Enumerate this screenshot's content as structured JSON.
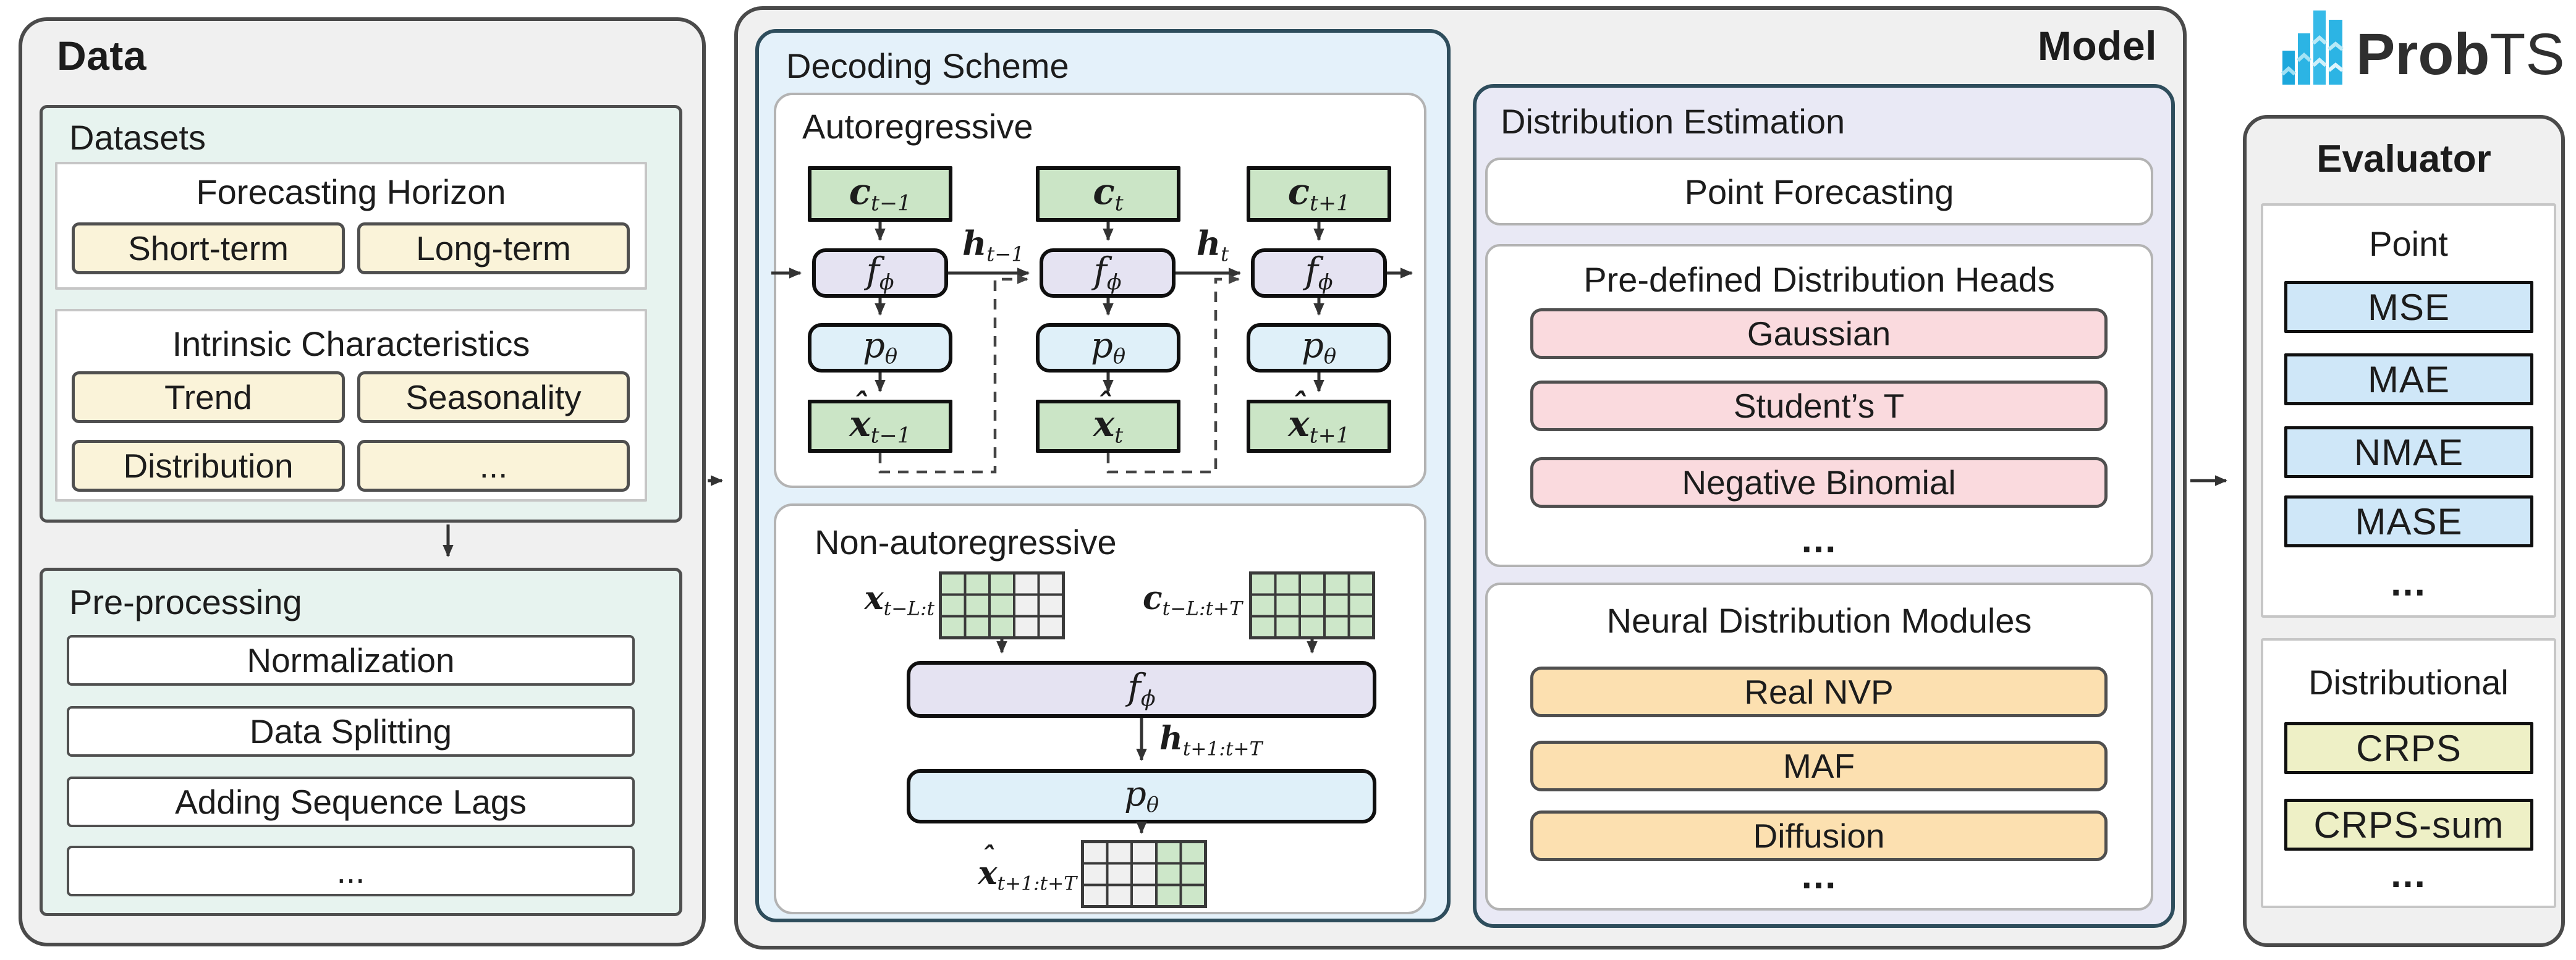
{
  "figure": {
    "data": {
      "title": "Data",
      "datasets": {
        "title": "Datasets",
        "fh": {
          "title": "Forecasting Horizon",
          "items": [
            "Short-term",
            "Long-term"
          ]
        },
        "ic": {
          "title": "Intrinsic Characteristics",
          "items": [
            "Trend",
            "Seasonality",
            "Distribution",
            "..."
          ]
        }
      },
      "pre": {
        "title": "Pre-processing",
        "items": [
          "Normalization",
          "Data Splitting",
          "Adding Sequence Lags",
          "..."
        ]
      }
    },
    "model": {
      "title": "Model",
      "decoding": {
        "title": "Decoding Scheme",
        "ar": {
          "title": "Autoregressive",
          "context": [
            {
              "m": "c",
              "s": "t−1"
            },
            {
              "m": "c",
              "s": "t"
            },
            {
              "m": "c",
              "s": "t+1"
            }
          ],
          "f": {
            "m": "f",
            "s": "ϕ"
          },
          "p": {
            "m": "p",
            "s": "θ"
          },
          "output": [
            {
              "m": "x",
              "s": "t−1"
            },
            {
              "m": "x",
              "s": "t"
            },
            {
              "m": "x",
              "s": "t+1"
            }
          ],
          "hidden": [
            {
              "m": "h",
              "s": "t−1"
            },
            {
              "m": "h",
              "s": "t"
            }
          ],
          "hat": "ˆ"
        },
        "nar": {
          "title": "Non-autoregressive",
          "input": {
            "m": "x",
            "s": "t−L:t"
          },
          "context": {
            "m": "c",
            "s": "t−L:t+T"
          },
          "f": {
            "m": "f",
            "s": "ϕ"
          },
          "hidden": {
            "m": "h",
            "s": "t+1:t+T"
          },
          "p": {
            "m": "p",
            "s": "θ"
          },
          "output": {
            "m": "x",
            "s": "t+1:t+T"
          },
          "hat": "ˆ"
        }
      },
      "dist": {
        "title": "Distribution Estimation",
        "point_forecasting": "Point Forecasting",
        "heads": {
          "title": "Pre-defined Distribution Heads",
          "items": [
            "Gaussian",
            "Student’s T",
            "Negative Binomial"
          ],
          "more": "..."
        },
        "modules": {
          "title": "Neural Distribution Modules",
          "items": [
            "Real NVP",
            "MAF",
            "Diffusion"
          ],
          "more": "..."
        }
      }
    },
    "evaluator": {
      "title": "Evaluator",
      "point": {
        "title": "Point",
        "items": [
          "MSE",
          "MAE",
          "NMAE",
          "MASE"
        ],
        "more": "..."
      },
      "distributional": {
        "title": "Distributional",
        "items": [
          "CRPS",
          "CRPS-sum"
        ],
        "more": "..."
      }
    },
    "logo": {
      "prob": "Prob",
      "ts": "TS"
    },
    "colors": {
      "panel_gray": "#f0f0f0",
      "mint": "#e7f3ef",
      "cream": "#faf3d9",
      "decoding_blue": "#e4f1fa",
      "dist_lavender": "#e9e9f5",
      "green_box": "#cbe5c6",
      "lavender_box": "#e5e3f2",
      "light_blue_box": "#dff0f9",
      "pink_box": "#fadade",
      "orange_box": "#fce0b0",
      "metric_blue": "#cfe7f8",
      "metric_yellow_green": "#eef0c6",
      "grid_green": "#cde7c9",
      "grid_gray": "#f0f0f0",
      "teal_border": "#2e4d5c",
      "logo_blue": "#2cb4e4",
      "text_dark": "#1c1c1c"
    }
  }
}
